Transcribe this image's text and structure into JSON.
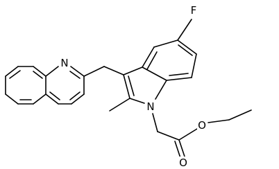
{
  "molecule": {
    "atom_labels": {
      "fluorine": "F",
      "quinoline_nitrogen": "N",
      "indole_nitrogen": "N",
      "ester_oxygen": "O",
      "carbonyl_oxygen": "O"
    },
    "colors": {
      "bond": "#000000",
      "label": "#000000",
      "background": "#ffffff"
    }
  }
}
